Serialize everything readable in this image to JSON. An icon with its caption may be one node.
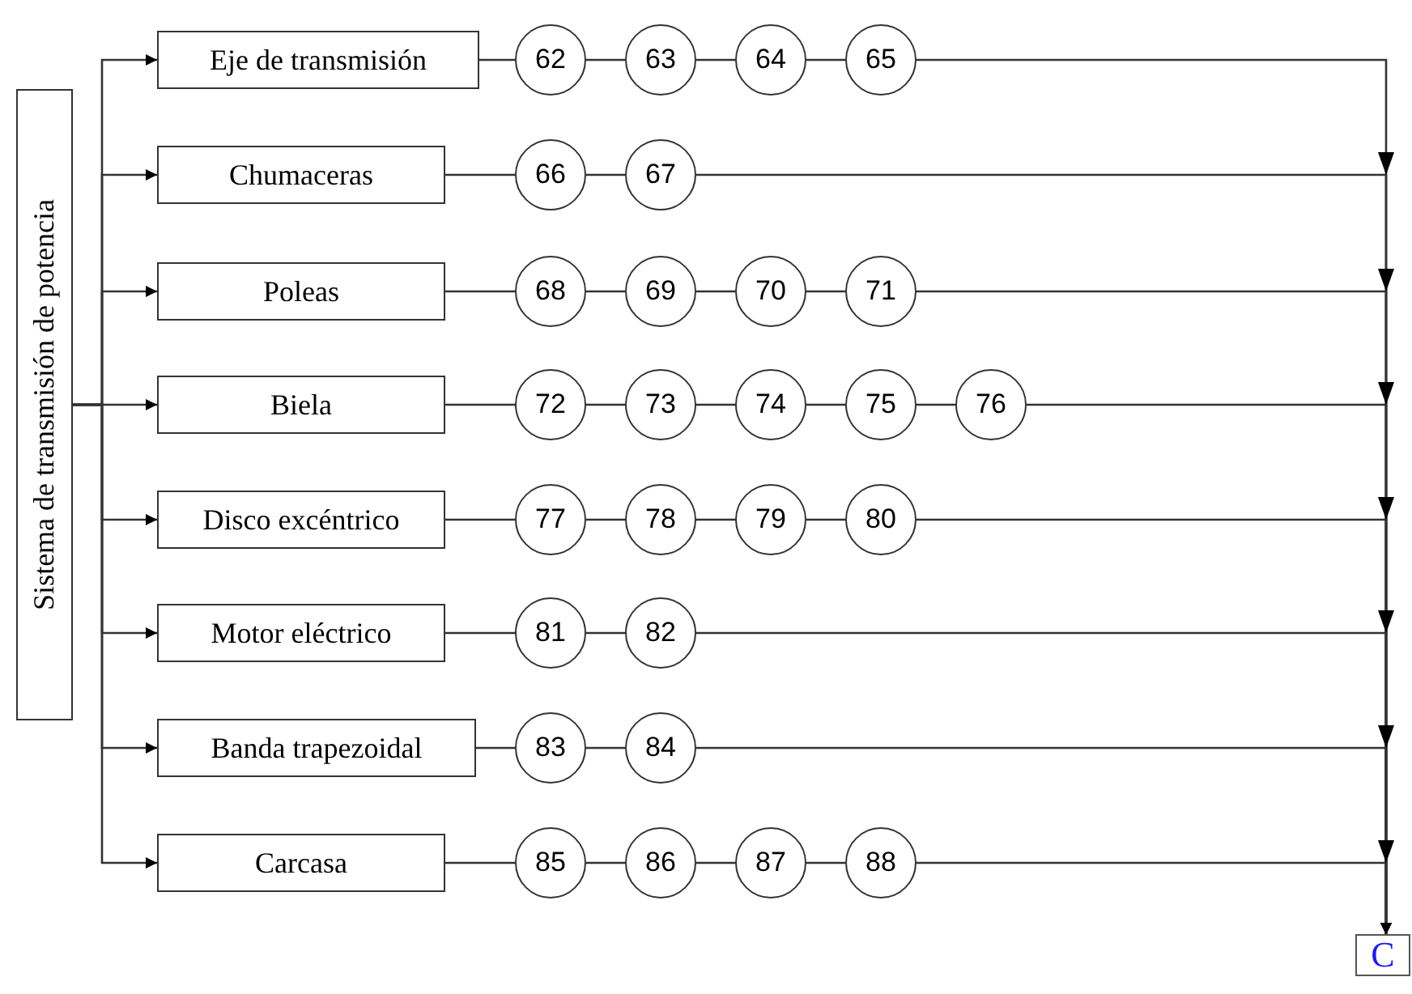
{
  "diagram": {
    "nodes": [
      {
        "text": [
          "Sistema de transmisión de potencia"
        ]
      },
      {
        "text": [
          "Eje de transmisión"
        ]
      },
      {
        "text": [
          "62"
        ]
      },
      {
        "text": [
          "63"
        ]
      },
      {
        "text": [
          "64"
        ]
      },
      {
        "text": [
          "65"
        ]
      },
      {
        "text": [
          "Chumaceras"
        ]
      },
      {
        "text": [
          "66"
        ]
      },
      {
        "text": [
          "67"
        ]
      },
      {
        "text": [
          "Poleas"
        ]
      },
      {
        "text": [
          "68"
        ]
      },
      {
        "text": [
          "69"
        ]
      },
      {
        "text": [
          "70"
        ]
      },
      {
        "text": [
          "71"
        ]
      },
      {
        "text": [
          "Biela"
        ]
      },
      {
        "text": [
          "72"
        ]
      },
      {
        "text": [
          "73"
        ]
      },
      {
        "text": [
          "74"
        ]
      },
      {
        "text": [
          "75"
        ]
      },
      {
        "text": [
          "76"
        ]
      },
      {
        "text": [
          "Disco excéntrico"
        ]
      },
      {
        "text": [
          "77"
        ]
      },
      {
        "text": [
          "78"
        ]
      },
      {
        "text": [
          "79"
        ]
      },
      {
        "text": [
          "80"
        ]
      },
      {
        "text": [
          "Motor eléctrico"
        ]
      },
      {
        "text": [
          "81"
        ]
      },
      {
        "text": [
          "82"
        ]
      },
      {
        "text": [
          "Banda trapezoidal"
        ]
      },
      {
        "text": [
          "83"
        ]
      },
      {
        "text": [
          "84"
        ]
      },
      {
        "text": [
          "Carcasa"
        ]
      },
      {
        "text": [
          "85"
        ]
      },
      {
        "text": [
          "86"
        ]
      },
      {
        "text": [
          "87"
        ]
      },
      {
        "text": [
          "88"
        ]
      },
      {
        "text": [
          "C"
        ]
      }
    ],
    "edges": [
      {
        "from": 0,
        "to": 1,
        "arrow": "to"
      },
      {
        "from": 0,
        "to": 6,
        "arrow": "to"
      },
      {
        "from": 0,
        "to": 9,
        "arrow": "to"
      },
      {
        "from": 0,
        "to": 14,
        "arrow": "to"
      },
      {
        "from": 0,
        "to": 20,
        "arrow": "to"
      },
      {
        "from": 0,
        "to": 25,
        "arrow": "to"
      },
      {
        "from": 0,
        "to": 28,
        "arrow": "to"
      },
      {
        "from": 0,
        "to": 31,
        "arrow": "to"
      },
      {
        "from": 1,
        "to": 2,
        "arrow": "none"
      },
      {
        "from": 2,
        "to": 3,
        "arrow": "none"
      },
      {
        "from": 3,
        "to": 4,
        "arrow": "none"
      },
      {
        "from": 4,
        "to": 5,
        "arrow": "none"
      },
      {
        "from": 6,
        "to": 7,
        "arrow": "none"
      },
      {
        "from": 7,
        "to": 8,
        "arrow": "none"
      },
      {
        "from": 9,
        "to": 10,
        "arrow": "none"
      },
      {
        "from": 10,
        "to": 11,
        "arrow": "none"
      },
      {
        "from": 11,
        "to": 12,
        "arrow": "none"
      },
      {
        "from": 12,
        "to": 13,
        "arrow": "none"
      },
      {
        "from": 14,
        "to": 15,
        "arrow": "none"
      },
      {
        "from": 15,
        "to": 16,
        "arrow": "none"
      },
      {
        "from": 16,
        "to": 17,
        "arrow": "none"
      },
      {
        "from": 17,
        "to": 18,
        "arrow": "none"
      },
      {
        "from": 18,
        "to": 19,
        "arrow": "none"
      },
      {
        "from": 20,
        "to": 21,
        "arrow": "none"
      },
      {
        "from": 21,
        "to": 22,
        "arrow": "none"
      },
      {
        "from": 22,
        "to": 23,
        "arrow": "none"
      },
      {
        "from": 23,
        "to": 24,
        "arrow": "none"
      },
      {
        "from": 25,
        "to": 26,
        "arrow": "none"
      },
      {
        "from": 26,
        "to": 27,
        "arrow": "none"
      },
      {
        "from": 28,
        "to": 29,
        "arrow": "none"
      },
      {
        "from": 29,
        "to": 30,
        "arrow": "none"
      },
      {
        "from": 31,
        "to": 32,
        "arrow": "none"
      },
      {
        "from": 32,
        "to": 33,
        "arrow": "none"
      },
      {
        "from": 33,
        "to": 34,
        "arrow": "none"
      },
      {
        "from": 34,
        "to": 35,
        "arrow": "none"
      },
      {
        "from": 5,
        "to": 36,
        "arrow": "to"
      },
      {
        "from": 8,
        "to": 36,
        "arrow": "to"
      },
      {
        "from": 13,
        "to": 36,
        "arrow": "to"
      },
      {
        "from": 19,
        "to": 36,
        "arrow": "to"
      },
      {
        "from": 24,
        "to": 36,
        "arrow": "to"
      },
      {
        "from": 27,
        "to": 36,
        "arrow": "to"
      },
      {
        "from": 30,
        "to": 36,
        "arrow": "to"
      },
      {
        "from": 35,
        "to": 36,
        "arrow": "to"
      }
    ]
  }
}
